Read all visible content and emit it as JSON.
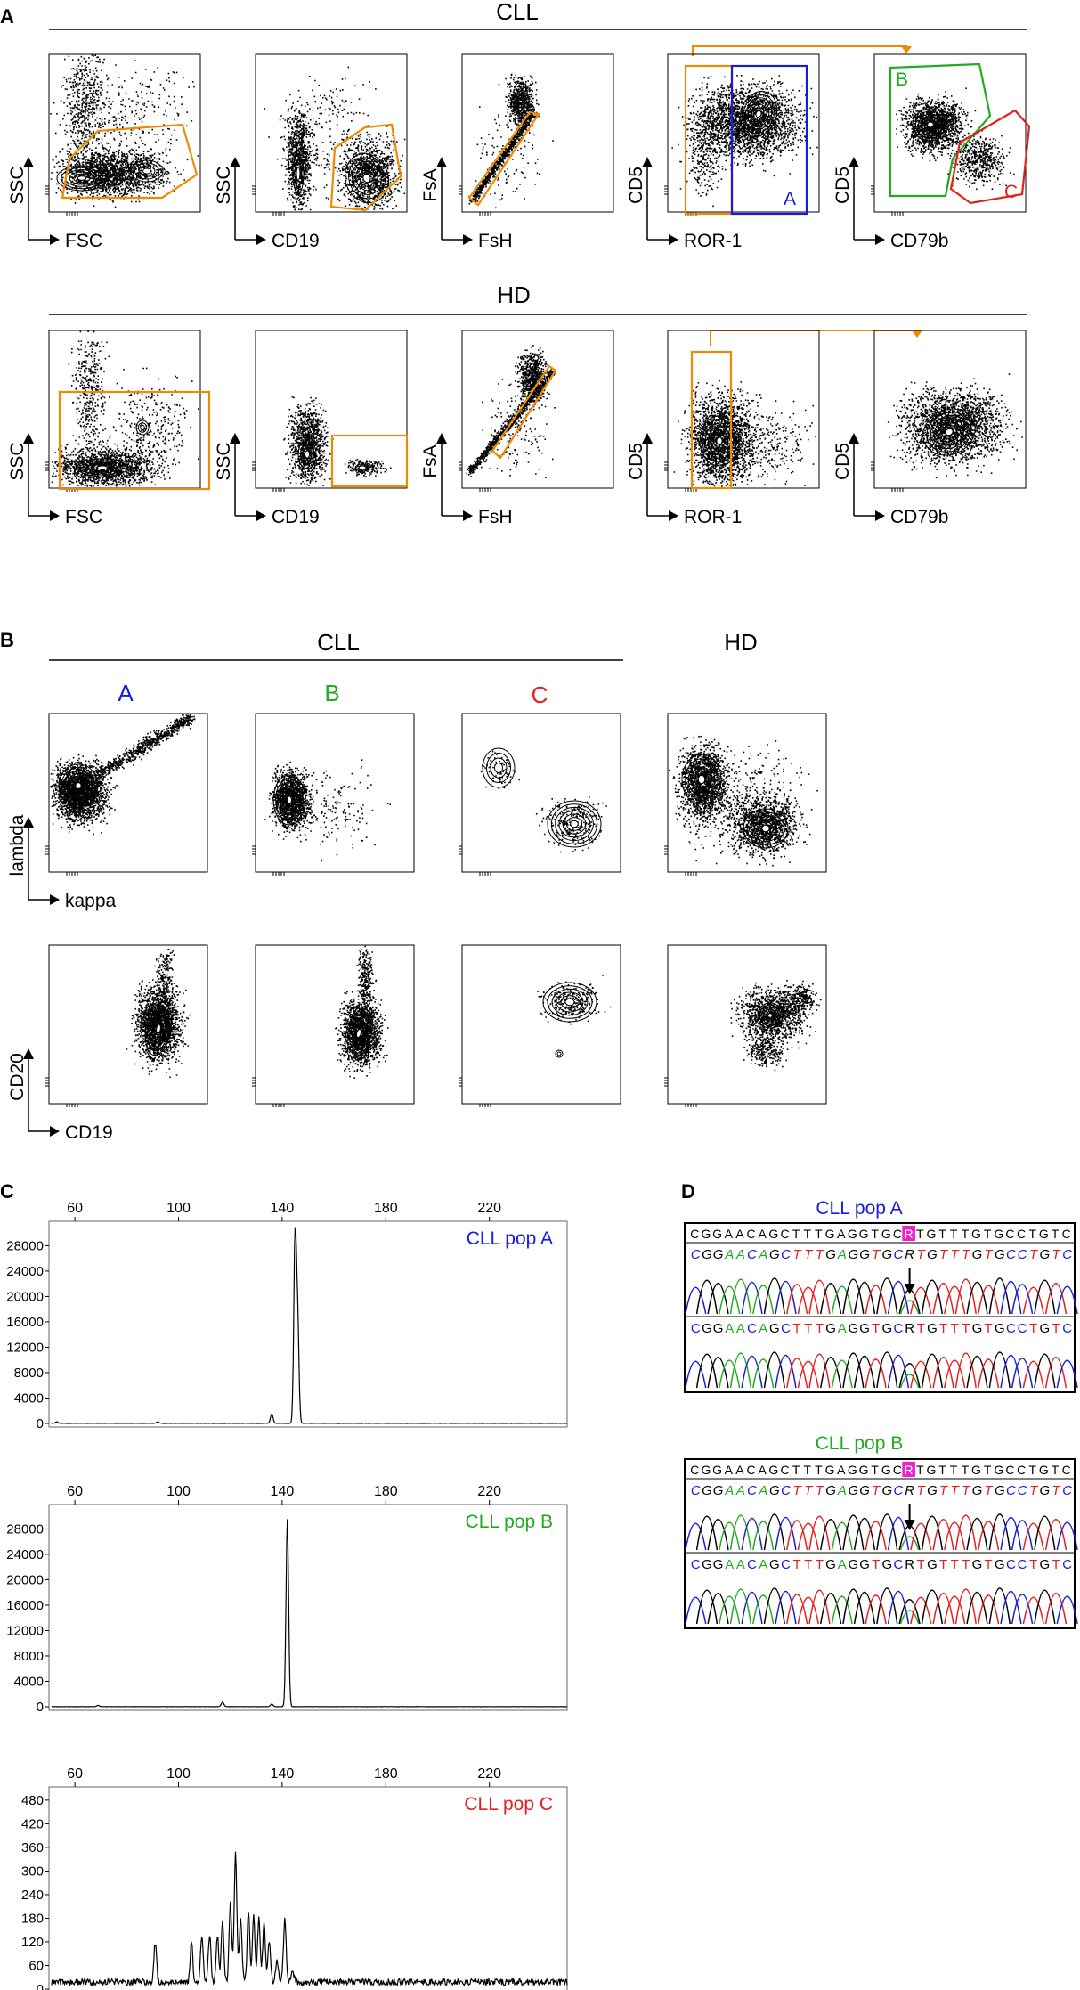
{
  "panels": {
    "a": "A",
    "b": "B",
    "c": "C",
    "d": "D"
  },
  "colors": {
    "orange": "#f08a00",
    "blue": "#1a1adc",
    "green": "#22aa22",
    "red": "#e61e1e",
    "black": "#000000",
    "magenta": "#ee22cc"
  },
  "groups": {
    "cll": "CLL",
    "hd": "HD"
  },
  "axes": {
    "ssc": "SSC",
    "fsc": "FSC",
    "cd19": "CD19",
    "fsa": "FsA",
    "fsh": "FsH",
    "cd5": "CD5",
    "ror1": "ROR-1",
    "cd79b": "CD79b",
    "lambda": "lambda",
    "kappa": "kappa",
    "cd20": "CD20"
  },
  "gates": {
    "a": "A",
    "b": "B",
    "c": "C"
  },
  "pops": {
    "a": "A",
    "b": "B",
    "c": "C"
  },
  "icons": {
    "axis_arrow": "axis-arrow-icon",
    "gate_arrow": "orange-arrow-icon",
    "seq_arrow": "down-arrow-icon"
  },
  "chart_data": [
    {
      "type": "line",
      "title": "CLL pop A",
      "x_ticks": [
        60,
        100,
        140,
        180,
        220
      ],
      "y_ticks": [
        0,
        4000,
        8000,
        12000,
        16000,
        20000,
        24000,
        28000
      ],
      "xlim": [
        50,
        250
      ],
      "ylim": [
        0,
        31000
      ],
      "peaks": [
        {
          "x": 145,
          "y": 30000
        },
        {
          "x": 146,
          "y": 15500
        },
        {
          "x": 136,
          "y": 1500
        },
        {
          "x": 92,
          "y": 250
        },
        {
          "x": 53,
          "y": 250
        }
      ]
    },
    {
      "type": "line",
      "title": "CLL pop B",
      "x_ticks": [
        60,
        100,
        140,
        180,
        220
      ],
      "y_ticks": [
        0,
        4000,
        8000,
        12000,
        16000,
        20000,
        24000,
        28000
      ],
      "xlim": [
        50,
        250
      ],
      "ylim": [
        0,
        31000
      ],
      "peaks": [
        {
          "x": 142,
          "y": 29500
        },
        {
          "x": 136,
          "y": 400
        },
        {
          "x": 117,
          "y": 700
        },
        {
          "x": 69,
          "y": 200
        }
      ]
    },
    {
      "type": "line",
      "title": "CLL pop C",
      "x_ticks": [
        60,
        100,
        140,
        180,
        220
      ],
      "y_ticks": [
        0,
        60,
        120,
        180,
        240,
        300,
        360,
        420,
        480
      ],
      "xlim": [
        50,
        250
      ],
      "ylim": [
        0,
        500
      ],
      "peaks": [
        {
          "x": 91,
          "y": 100
        },
        {
          "x": 105,
          "y": 100
        },
        {
          "x": 109,
          "y": 115
        },
        {
          "x": 112,
          "y": 120
        },
        {
          "x": 115,
          "y": 120
        },
        {
          "x": 117,
          "y": 160
        },
        {
          "x": 120,
          "y": 200
        },
        {
          "x": 122,
          "y": 330
        },
        {
          "x": 124,
          "y": 160
        },
        {
          "x": 127,
          "y": 180
        },
        {
          "x": 129,
          "y": 170
        },
        {
          "x": 131,
          "y": 160
        },
        {
          "x": 133,
          "y": 150
        },
        {
          "x": 135,
          "y": 100
        },
        {
          "x": 138,
          "y": 60
        },
        {
          "x": 141,
          "y": 160
        },
        {
          "x": 144,
          "y": 30
        }
      ]
    }
  ],
  "seq": {
    "a": {
      "title": "CLL pop A",
      "ref": "CGGAACAGCTTTGAGGTGC",
      "call": "R",
      "ref2": "TGTTTGTGCCTGTC",
      "base": "CGGAACAGCTTTGAGGTGCRTGTTTGTGCCTGTC"
    },
    "b": {
      "title": "CLL pop B",
      "ref": "CGGAACAGCTTTGAGGTGC",
      "call": "R",
      "ref2": "TGTTTGTGCCTGTC",
      "base": "CGGAACAGCTTTGAGGTGCRTGTTTGTGCCTGTC"
    }
  }
}
